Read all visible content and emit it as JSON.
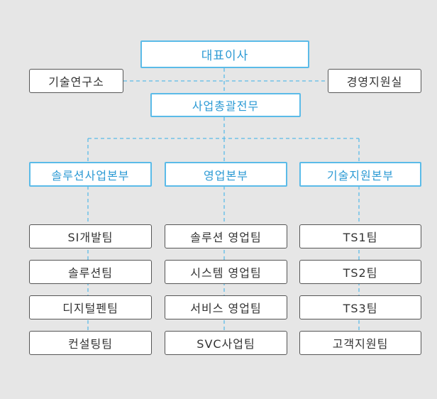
{
  "ceo": "대표이사",
  "lab": "기술연구소",
  "management_office": "경영지원실",
  "business_hq": "사업총괄전무",
  "divisions": [
    {
      "name": "솔루션사업본부",
      "teams": [
        "SI개발팀",
        "솔루션팀",
        "디지털펜팀",
        "컨설팅팀"
      ]
    },
    {
      "name": "영업본부",
      "teams": [
        "솔루션 영업팀",
        "시스템 영업팀",
        "서비스 영업팀",
        "SVC사업팀"
      ]
    },
    {
      "name": "기술지원본부",
      "teams": [
        "TS1팀",
        "TS2팀",
        "TS3팀",
        "고객지원팀"
      ]
    }
  ],
  "colors": {
    "accent": "#5bbbe8",
    "accent_text": "#2c9ad4",
    "team_border": "#555555",
    "background": "#e6e6e6"
  }
}
